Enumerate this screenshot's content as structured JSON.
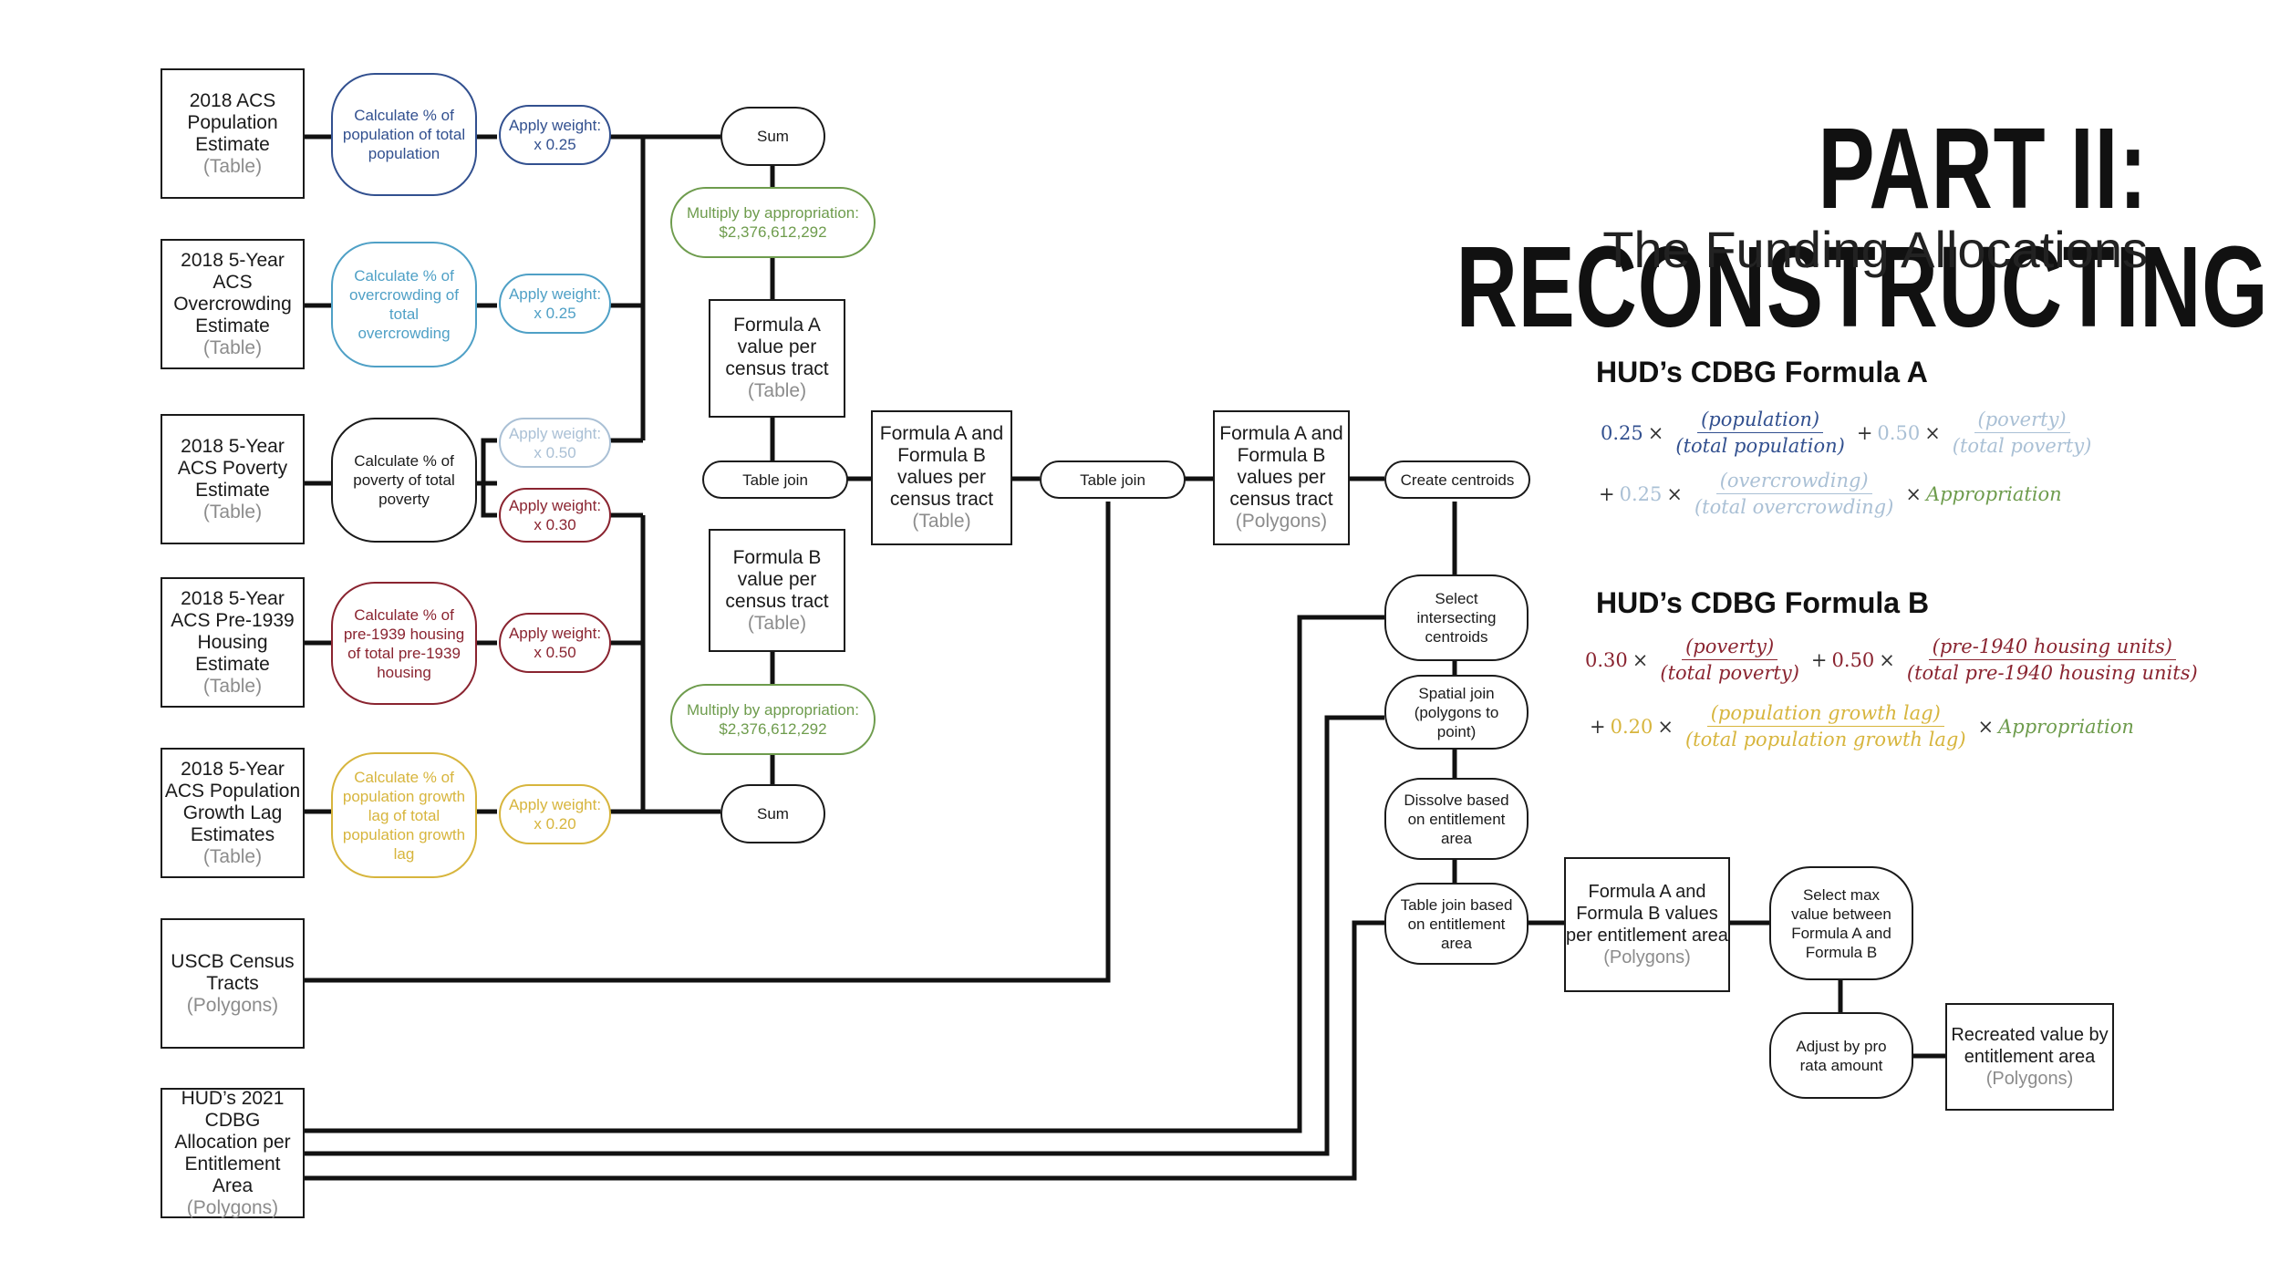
{
  "title": "PART II: RECONSTRUCTING",
  "subtitle": "The Funding Allocations",
  "inputs": {
    "pop": {
      "label": "2018 ACS Population Estimate",
      "type": "(Table)"
    },
    "crowd": {
      "label": "2018 5-Year ACS Overcrowding Estimate",
      "type": "(Table)"
    },
    "pov": {
      "label": "2018 5-Year ACS Poverty Estimate",
      "type": "(Table)"
    },
    "housing": {
      "label": "2018 5-Year ACS Pre-1939 Housing Estimate",
      "type": "(Table)"
    },
    "growth": {
      "label": "2018 5-Year ACS Population Growth Lag Estimates",
      "type": "(Table)"
    },
    "tracts": {
      "label": "USCB Census Tracts",
      "type": "(Polygons)"
    },
    "hud": {
      "label": "HUD’s 2021 CDBG Allocation per Entitlement Area",
      "type": "(Polygons)"
    }
  },
  "calcs": {
    "pop": "Calculate % of population of total population",
    "crowd": "Calculate % of overcrowding of total overcrowding",
    "pov": "Calculate % of poverty of total poverty",
    "housing": "Calculate % of pre-1939 housing of total pre-1939 housing",
    "growth": "Calculate % of population growth lag of total population growth lag"
  },
  "weights": {
    "pop": "Apply weight: x 0.25",
    "crowd": "Apply weight: x 0.25",
    "pov_a": "Apply weight: x 0.50",
    "pov_b": "Apply weight: x 0.30",
    "housing": "Apply weight: x 0.50",
    "growth": "Apply weight: x 0.20"
  },
  "process": {
    "sum_a": "Sum",
    "mult_a": "Multiply by appropriation: $2,376,612,292",
    "formula_a": {
      "label": "Formula A value per census tract",
      "type": "(Table)"
    },
    "join_1": "Table join",
    "formula_b": {
      "label": "Formula B value per census tract",
      "type": "(Table)"
    },
    "mult_b": "Multiply by appropriation: $2,376,612,292",
    "sum_b": "Sum",
    "ab_table": {
      "label": "Formula A and Formula B values per census tract",
      "type": "(Table)"
    },
    "join_2": "Table join",
    "ab_poly": {
      "label": "Formula A and Formula B values per census tract",
      "type": "(Polygons)"
    },
    "centroids": "Create centroids",
    "select_centroids": "Select intersecting centroids",
    "spatial_join": "Spatial join (polygons to point)",
    "dissolve": "Dissolve based on entitlement area",
    "join_3": "Table join based on entitlement area",
    "ab_entitlement": {
      "label": "Formula A and Formula B values per entitlement area",
      "type": "(Polygons)"
    },
    "select_max": "Select max value between Formula A and Formula B",
    "pro_rata": "Adjust by pro rata amount",
    "recreated": {
      "label": "Recreated value by entitlement area",
      "type": "(Polygons)"
    }
  },
  "formula_a": {
    "heading": "HUD’s CDBG Formula A",
    "t1": {
      "coef": "0.25",
      "num": "(population)",
      "den": "(total population)"
    },
    "t2": {
      "coef": "0.50",
      "num": "(poverty)",
      "den": "(total poverty)"
    },
    "t3": {
      "coef": "0.25",
      "num": "(overcrowding)",
      "den": "(total overcrowding)"
    },
    "times": "×",
    "plus": "+",
    "appropriation": "Appropriation"
  },
  "formula_b": {
    "heading": "HUD’s CDBG Formula B",
    "t1": {
      "coef": "0.30",
      "num": "(poverty)",
      "den": "(total poverty)"
    },
    "t2": {
      "coef": "0.50",
      "num": "(pre-1940 housing units)",
      "den": "(total pre-1940 housing units)"
    },
    "t3": {
      "coef": "0.20",
      "num": "(population growth lag)",
      "den": "(total population growth lag)"
    },
    "times": "×",
    "plus": "+",
    "appropriation": "Appropriation"
  },
  "colors": {
    "population": "#32508f",
    "overcrowding": "#4fa0c6",
    "poverty_a": "#aac0d5",
    "poverty_b": "#8a2430",
    "housing": "#8a2430",
    "growth": "#d7b53d",
    "appropriation": "#6e9c4d",
    "line": "#111111"
  }
}
